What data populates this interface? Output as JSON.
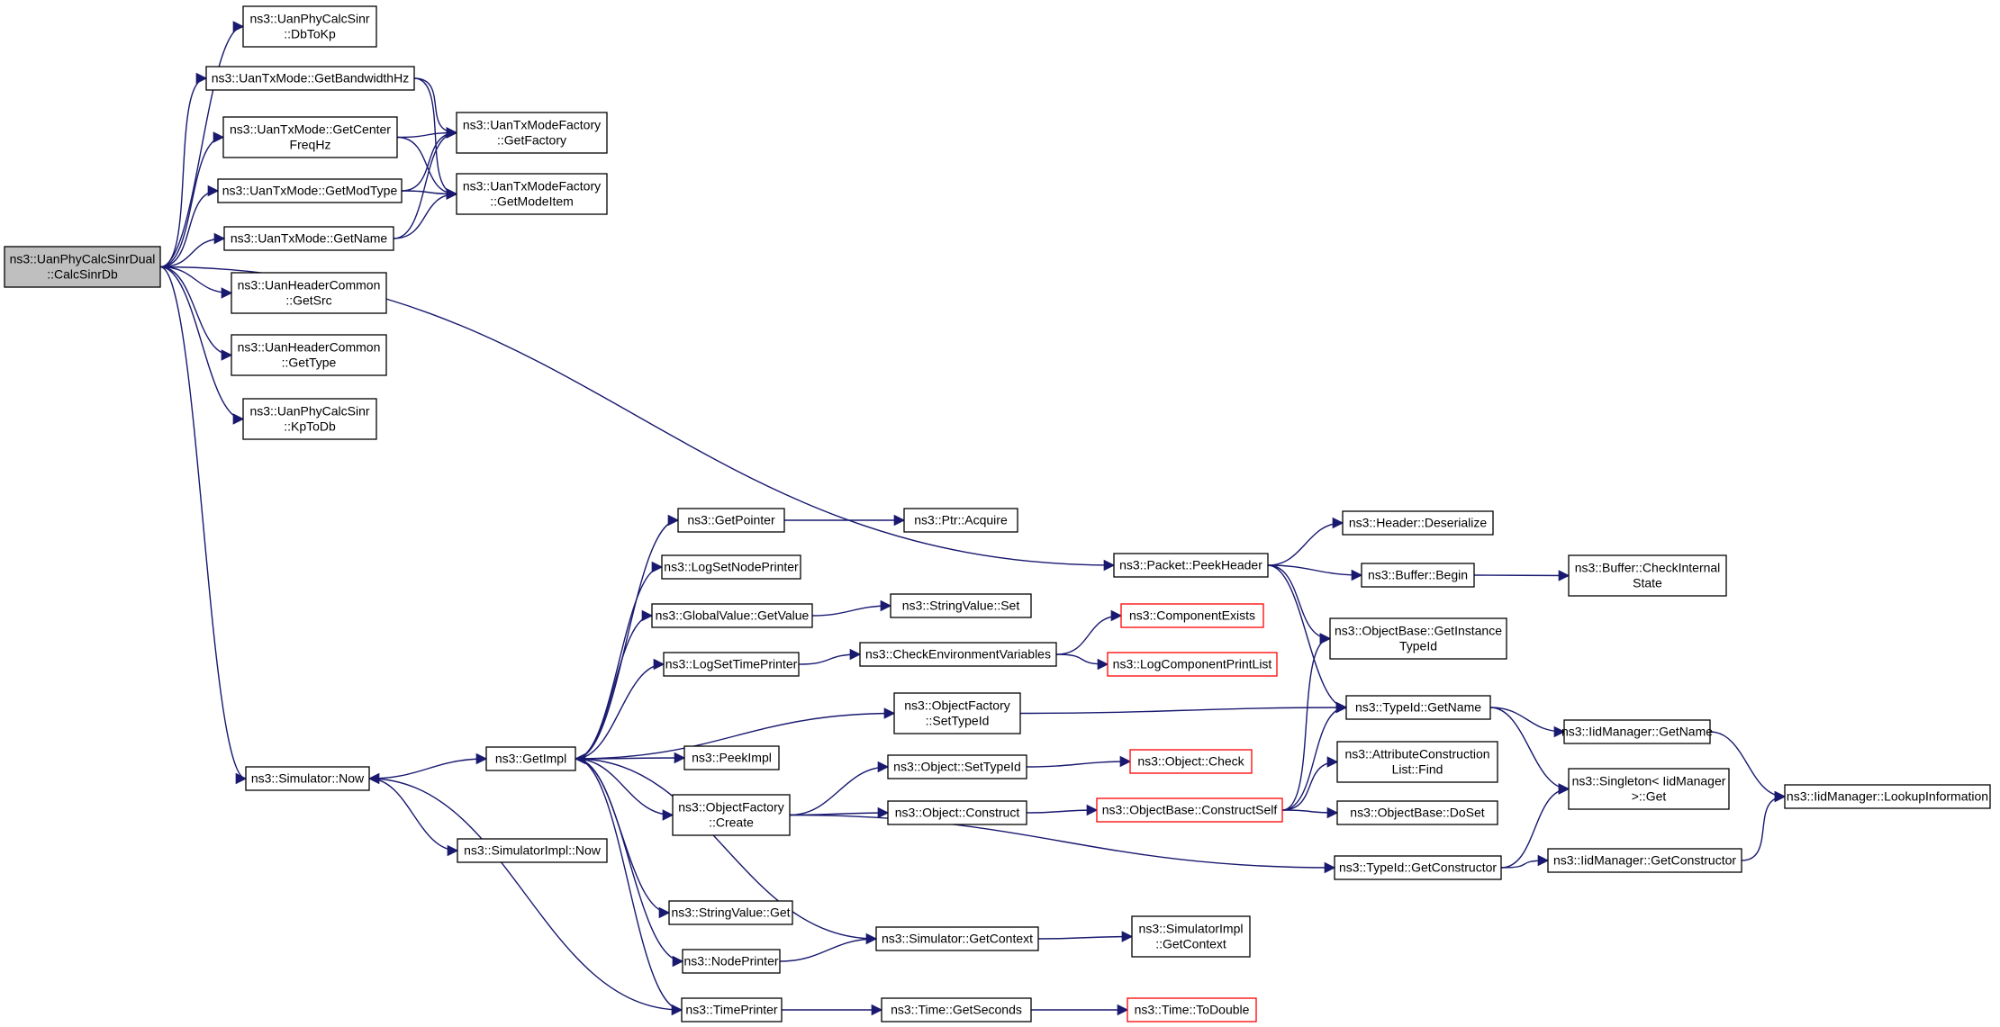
{
  "graph": {
    "type": "call-graph",
    "colors": {
      "edge": "#191970",
      "node_border": "#000000",
      "root_fill": "#bfbfbf",
      "incomplete_border": "#ff0000"
    },
    "nodes": [
      {
        "id": "calcsinrdb",
        "lines": [
          "ns3::UanPhyCalcSinrDual",
          "::CalcSinrDb"
        ],
        "root": true
      },
      {
        "id": "dbtokp",
        "lines": [
          "ns3::UanPhyCalcSinr",
          "::DbToKp"
        ]
      },
      {
        "id": "getbandwidthhz",
        "lines": [
          "ns3::UanTxMode::GetBandwidthHz"
        ]
      },
      {
        "id": "getcenterfreqhz",
        "lines": [
          "ns3::UanTxMode::GetCenter",
          "FreqHz"
        ]
      },
      {
        "id": "getmodtype",
        "lines": [
          "ns3::UanTxMode::GetModType"
        ]
      },
      {
        "id": "getname_txmode",
        "lines": [
          "ns3::UanTxMode::GetName"
        ]
      },
      {
        "id": "getfactory",
        "lines": [
          "ns3::UanTxModeFactory",
          "::GetFactory"
        ]
      },
      {
        "id": "getmodeitem",
        "lines": [
          "ns3::UanTxModeFactory",
          "::GetModeItem"
        ]
      },
      {
        "id": "getsrc",
        "lines": [
          "ns3::UanHeaderCommon",
          "::GetSrc"
        ]
      },
      {
        "id": "gettype",
        "lines": [
          "ns3::UanHeaderCommon",
          "::GetType"
        ]
      },
      {
        "id": "kptodb",
        "lines": [
          "ns3::UanPhyCalcSinr",
          "::KpToDb"
        ]
      },
      {
        "id": "simnow",
        "lines": [
          "ns3::Simulator::Now"
        ]
      },
      {
        "id": "simimplnow",
        "lines": [
          "ns3::SimulatorImpl::Now"
        ]
      },
      {
        "id": "getimpl",
        "lines": [
          "ns3::GetImpl"
        ]
      },
      {
        "id": "getpointer",
        "lines": [
          "ns3::GetPointer"
        ]
      },
      {
        "id": "ptracquire",
        "lines": [
          "ns3::Ptr::Acquire"
        ]
      },
      {
        "id": "logsetnodeprinter",
        "lines": [
          "ns3::LogSetNodePrinter"
        ]
      },
      {
        "id": "globalvalueget",
        "lines": [
          "ns3::GlobalValue::GetValue"
        ]
      },
      {
        "id": "stringvalueset",
        "lines": [
          "ns3::StringValue::Set"
        ]
      },
      {
        "id": "logsettimeprinter",
        "lines": [
          "ns3::LogSetTimePrinter"
        ]
      },
      {
        "id": "checkenv",
        "lines": [
          "ns3::CheckEnvironmentVariables"
        ]
      },
      {
        "id": "componentexists",
        "lines": [
          "ns3::ComponentExists"
        ],
        "red": true
      },
      {
        "id": "logcompprintlist",
        "lines": [
          "ns3::LogComponentPrintList"
        ],
        "red": true
      },
      {
        "id": "objfactsettypeid",
        "lines": [
          "ns3::ObjectFactory",
          "::SetTypeId"
        ]
      },
      {
        "id": "peekimpl",
        "lines": [
          "ns3::PeekImpl"
        ]
      },
      {
        "id": "objfactcreate",
        "lines": [
          "ns3::ObjectFactory",
          "::Create"
        ]
      },
      {
        "id": "objsettypeid",
        "lines": [
          "ns3::Object::SetTypeId"
        ]
      },
      {
        "id": "objcheck",
        "lines": [
          "ns3::Object::Check"
        ],
        "red": true
      },
      {
        "id": "objconstruct",
        "lines": [
          "ns3::Object::Construct"
        ]
      },
      {
        "id": "constructself",
        "lines": [
          "ns3::ObjectBase::ConstructSelf"
        ],
        "red": true
      },
      {
        "id": "stringvalueget",
        "lines": [
          "ns3::StringValue::Get"
        ]
      },
      {
        "id": "nodeprinter",
        "lines": [
          "ns3::NodePrinter"
        ]
      },
      {
        "id": "simgetcontext",
        "lines": [
          "ns3::Simulator::GetContext"
        ]
      },
      {
        "id": "simimplgetcontext",
        "lines": [
          "ns3::SimulatorImpl",
          "::GetContext"
        ]
      },
      {
        "id": "timeprinter",
        "lines": [
          "ns3::TimePrinter"
        ]
      },
      {
        "id": "timegetseconds",
        "lines": [
          "ns3::Time::GetSeconds"
        ]
      },
      {
        "id": "timetodouble",
        "lines": [
          "ns3::Time::ToDouble"
        ],
        "red": true
      },
      {
        "id": "peekheader",
        "lines": [
          "ns3::Packet::PeekHeader"
        ]
      },
      {
        "id": "headerdeserialize",
        "lines": [
          "ns3::Header::Deserialize"
        ]
      },
      {
        "id": "bufferbegin",
        "lines": [
          "ns3::Buffer::Begin"
        ]
      },
      {
        "id": "buffercheckinternal",
        "lines": [
          "ns3::Buffer::CheckInternal",
          "State"
        ]
      },
      {
        "id": "getinstancetypeid",
        "lines": [
          "ns3::ObjectBase::GetInstance",
          "TypeId"
        ]
      },
      {
        "id": "typeidgetname",
        "lines": [
          "ns3::TypeId::GetName"
        ]
      },
      {
        "id": "attrconstructfind",
        "lines": [
          "ns3::AttributeConstruction",
          "List::Find"
        ]
      },
      {
        "id": "objbasedoset",
        "lines": [
          "ns3::ObjectBase::DoSet"
        ]
      },
      {
        "id": "typeidgetconstructor",
        "lines": [
          "ns3::TypeId::GetConstructor"
        ]
      },
      {
        "id": "iidgetname",
        "lines": [
          "ns3::IidManager::GetName"
        ]
      },
      {
        "id": "singletonget",
        "lines": [
          "ns3::Singleton< IidManager",
          " >::Get"
        ]
      },
      {
        "id": "iidlookup",
        "lines": [
          "ns3::IidManager::LookupInformation"
        ]
      },
      {
        "id": "iidgetconstructor",
        "lines": [
          "ns3::IidManager::GetConstructor"
        ]
      }
    ],
    "edges": [
      [
        "calcsinrdb",
        "dbtokp"
      ],
      [
        "calcsinrdb",
        "getbandwidthhz"
      ],
      [
        "calcsinrdb",
        "getcenterfreqhz"
      ],
      [
        "calcsinrdb",
        "getmodtype"
      ],
      [
        "calcsinrdb",
        "getname_txmode"
      ],
      [
        "calcsinrdb",
        "getsrc"
      ],
      [
        "calcsinrdb",
        "gettype"
      ],
      [
        "calcsinrdb",
        "kptodb"
      ],
      [
        "calcsinrdb",
        "peekheader"
      ],
      [
        "calcsinrdb",
        "simnow"
      ],
      [
        "getbandwidthhz",
        "getfactory"
      ],
      [
        "getbandwidthhz",
        "getmodeitem"
      ],
      [
        "getcenterfreqhz",
        "getfactory"
      ],
      [
        "getcenterfreqhz",
        "getmodeitem"
      ],
      [
        "getmodtype",
        "getfactory"
      ],
      [
        "getmodtype",
        "getmodeitem"
      ],
      [
        "getname_txmode",
        "getfactory"
      ],
      [
        "getname_txmode",
        "getmodeitem"
      ],
      [
        "simnow",
        "getimpl"
      ],
      [
        "simnow",
        "simimplnow"
      ],
      [
        "getimpl",
        "getpointer"
      ],
      [
        "getimpl",
        "logsetnodeprinter"
      ],
      [
        "getimpl",
        "globalvalueget"
      ],
      [
        "getimpl",
        "logsettimeprinter"
      ],
      [
        "getimpl",
        "objfactsettypeid"
      ],
      [
        "getimpl",
        "peekimpl"
      ],
      [
        "getimpl",
        "objfactcreate"
      ],
      [
        "getimpl",
        "stringvalueget"
      ],
      [
        "getimpl",
        "nodeprinter"
      ],
      [
        "getimpl",
        "timeprinter"
      ],
      [
        "getpointer",
        "ptracquire"
      ],
      [
        "globalvalueget",
        "stringvalueset"
      ],
      [
        "logsettimeprinter",
        "checkenv"
      ],
      [
        "checkenv",
        "componentexists"
      ],
      [
        "checkenv",
        "logcompprintlist"
      ],
      [
        "objfactsettypeid",
        "typeidgetname"
      ],
      [
        "objfactcreate",
        "objsettypeid"
      ],
      [
        "objfactcreate",
        "objconstruct"
      ],
      [
        "objfactcreate",
        "typeidgetconstructor"
      ],
      [
        "objsettypeid",
        "objcheck"
      ],
      [
        "objconstruct",
        "constructself"
      ],
      [
        "constructself",
        "getinstancetypeid"
      ],
      [
        "constructself",
        "typeidgetname"
      ],
      [
        "constructself",
        "attrconstructfind"
      ],
      [
        "constructself",
        "objbasedoset"
      ],
      [
        "nodeprinter",
        "simgetcontext"
      ],
      [
        "simgetcontext",
        "getimpl"
      ],
      [
        "simgetcontext",
        "simimplgetcontext"
      ],
      [
        "timeprinter",
        "simnow"
      ],
      [
        "timeprinter",
        "timegetseconds"
      ],
      [
        "timegetseconds",
        "timetodouble"
      ],
      [
        "peekheader",
        "headerdeserialize"
      ],
      [
        "peekheader",
        "bufferbegin"
      ],
      [
        "peekheader",
        "getinstancetypeid"
      ],
      [
        "peekheader",
        "typeidgetname"
      ],
      [
        "bufferbegin",
        "buffercheckinternal"
      ],
      [
        "typeidgetname",
        "iidgetname"
      ],
      [
        "typeidgetname",
        "singletonget"
      ],
      [
        "iidgetname",
        "iidlookup"
      ],
      [
        "typeidgetconstructor",
        "singletonget"
      ],
      [
        "typeidgetconstructor",
        "iidgetconstructor"
      ],
      [
        "iidgetconstructor",
        "iidlookup"
      ]
    ]
  }
}
